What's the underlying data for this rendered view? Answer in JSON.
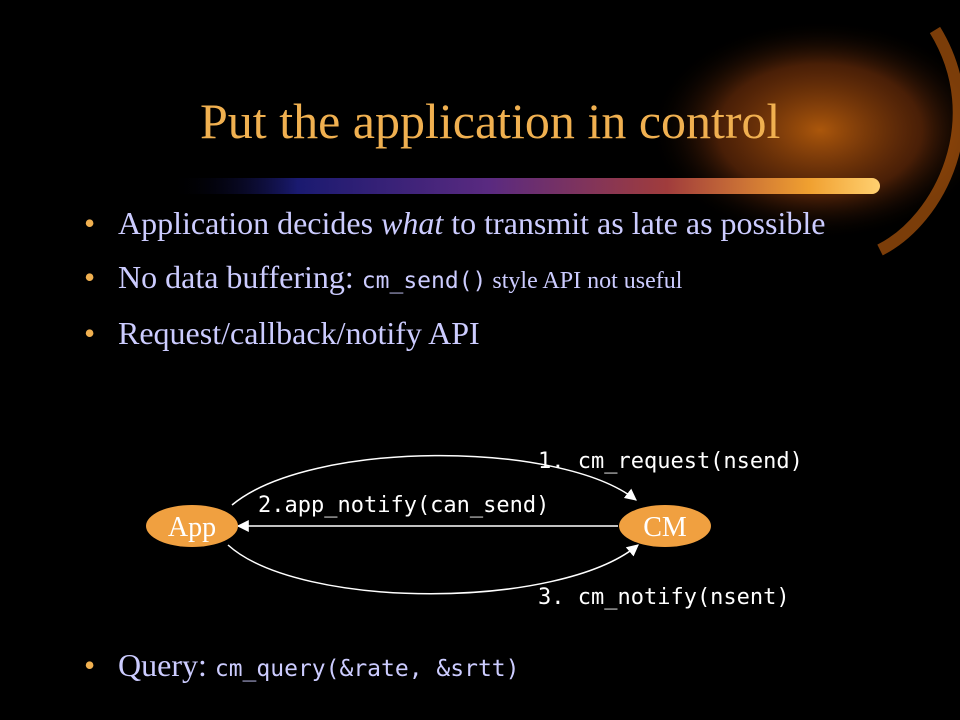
{
  "slide": {
    "title": "Put the application in control",
    "bullets": [
      {
        "pre": "Application decides ",
        "em": "what",
        "post": " to transmit as late as possible"
      },
      {
        "pre": "No data buffering: ",
        "code": "cm_send()",
        "post": " style API not useful"
      },
      {
        "text": "Request/callback/notify API"
      }
    ],
    "query": {
      "label": "Query: ",
      "code": "cm_query(&rate, &srtt)"
    },
    "bullet_glyph": "•",
    "diagram": {
      "nodes": {
        "app": "App",
        "cm": "CM"
      },
      "edges": [
        "1. cm_request(nsend)",
        "2.app_notify(can_send)",
        "3. cm_notify(nsent)"
      ]
    }
  },
  "colors": {
    "background": "#000000",
    "title": "#f0b050",
    "body_text": "#ccccff",
    "node_fill": "#f0a040",
    "arrow": "#ffffff"
  }
}
